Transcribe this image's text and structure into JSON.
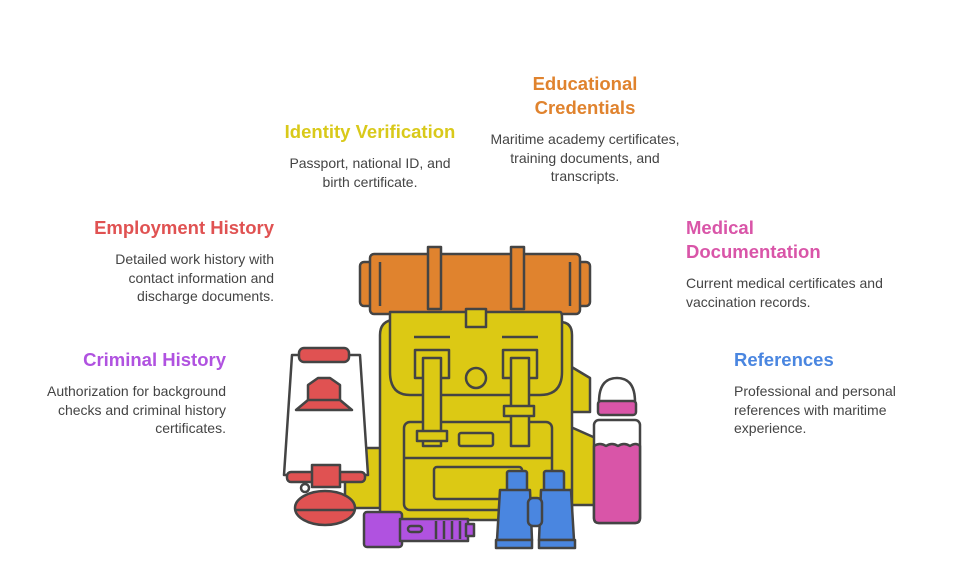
{
  "items": [
    {
      "id": "identity",
      "title": "Identity Verification",
      "description": "Passport, national ID, and birth certificate.",
      "color": "#D9C91A"
    },
    {
      "id": "education",
      "title": "Educational Credentials",
      "description": "Maritime academy certificates, training documents, and transcripts.",
      "color": "#E0832E"
    },
    {
      "id": "employment",
      "title": "Employment History",
      "description": "Detailed work history with contact information and discharge documents.",
      "color": "#E05252"
    },
    {
      "id": "medical",
      "title": "Medical Documentation",
      "description": "Current medical certificates and vaccination records.",
      "color": "#D955A8"
    },
    {
      "id": "criminal",
      "title": "Criminal History",
      "description": "Authorization for background checks and criminal history certificates.",
      "color": "#B052E0"
    },
    {
      "id": "references",
      "title": "References",
      "description": "Professional and personal references with maritime experience.",
      "color": "#4A86E0"
    }
  ]
}
